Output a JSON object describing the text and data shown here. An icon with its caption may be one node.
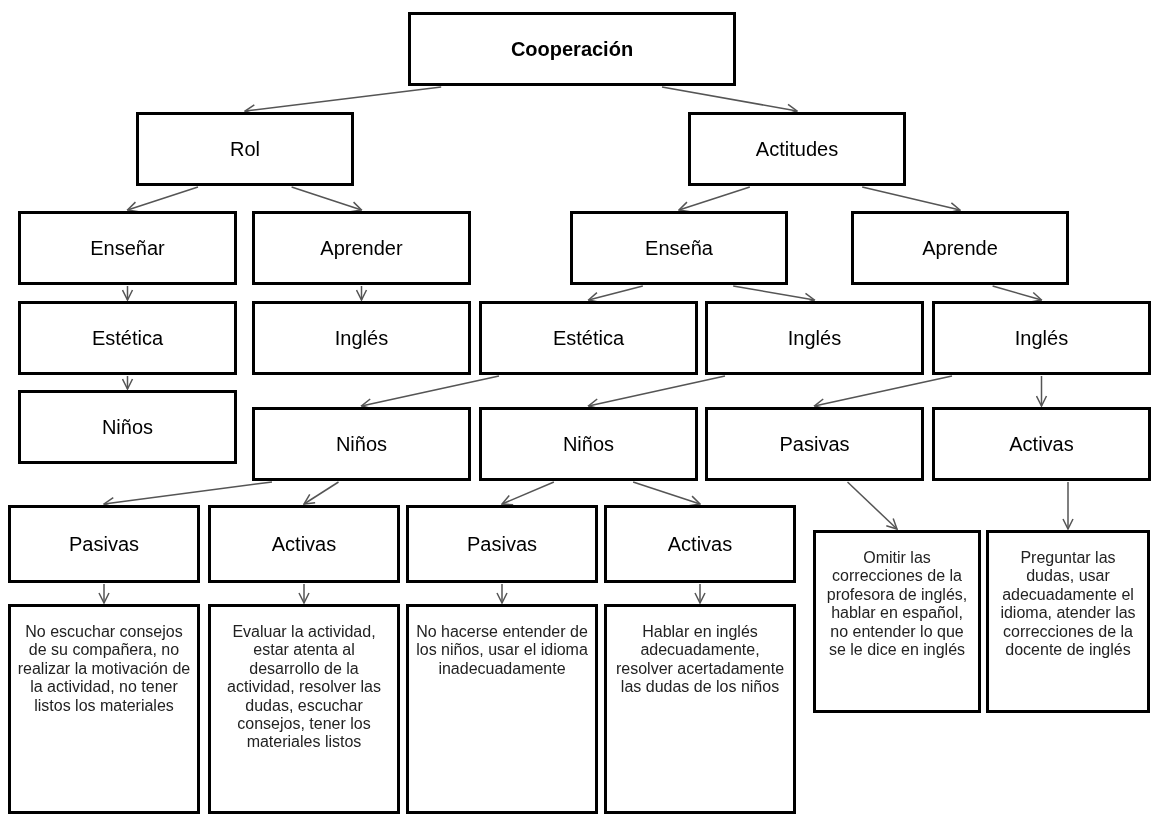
{
  "diagram": {
    "nodes": [
      {
        "text": [
          "Cooperación"
        ]
      },
      {
        "text": [
          "Rol"
        ]
      },
      {
        "text": [
          "Actitudes"
        ]
      },
      {
        "text": [
          "Enseñar"
        ]
      },
      {
        "text": [
          "Aprender"
        ]
      },
      {
        "text": [
          "Enseña"
        ]
      },
      {
        "text": [
          "Aprende"
        ]
      },
      {
        "text": [
          "Estética"
        ]
      },
      {
        "text": [
          "Inglés"
        ]
      },
      {
        "text": [
          "Estética"
        ]
      },
      {
        "text": [
          "Inglés"
        ]
      },
      {
        "text": [
          "Inglés"
        ]
      },
      {
        "text": [
          "Niños"
        ]
      },
      {
        "text": [
          "Niños"
        ]
      },
      {
        "text": [
          "Niños"
        ]
      },
      {
        "text": [
          "Pasivas"
        ]
      },
      {
        "text": [
          "Activas"
        ]
      },
      {
        "text": [
          "Pasivas"
        ]
      },
      {
        "text": [
          "Activas"
        ]
      },
      {
        "text": [
          "Pasivas"
        ]
      },
      {
        "text": [
          "Activas"
        ]
      },
      {
        "text": [
          "No escuchar consejos de su compañera, no realizar la motivación de la actividad, no tener listos los materiales"
        ]
      },
      {
        "text": [
          "Evaluar la actividad, estar atenta al desarrollo de la actividad, resolver las dudas, escuchar consejos, tener los materiales listos"
        ]
      },
      {
        "text": [
          "No hacerse entender de los niños, usar el idioma inadecuadamente"
        ]
      },
      {
        "text": [
          "Hablar en inglés adecuadamente, resolver acertadamente las dudas de los niños"
        ]
      },
      {
        "text": [
          "Omitir las correcciones de la profesora de inglés, hablar en español, no entender lo que se le dice en inglés"
        ]
      },
      {
        "text": [
          "Preguntar las dudas, usar adecuadamente el idioma, atender las correcciones de la docente de inglés"
        ]
      }
    ],
    "edges": [
      {
        "from": 0,
        "to": 1,
        "arrow": "to"
      },
      {
        "from": 0,
        "to": 2,
        "arrow": "to"
      },
      {
        "from": 1,
        "to": 3,
        "arrow": "to"
      },
      {
        "from": 1,
        "to": 4,
        "arrow": "to"
      },
      {
        "from": 2,
        "to": 5,
        "arrow": "to"
      },
      {
        "from": 2,
        "to": 6,
        "arrow": "to"
      },
      {
        "from": 3,
        "to": 7,
        "arrow": "to"
      },
      {
        "from": 4,
        "to": 8,
        "arrow": "to"
      },
      {
        "from": 5,
        "to": 9,
        "arrow": "to"
      },
      {
        "from": 5,
        "to": 10,
        "arrow": "to"
      },
      {
        "from": 6,
        "to": 11,
        "arrow": "to"
      },
      {
        "from": 7,
        "to": 12,
        "arrow": "to"
      },
      {
        "from": 9,
        "to": 13,
        "arrow": "to"
      },
      {
        "from": 10,
        "to": 14,
        "arrow": "to"
      },
      {
        "from": 11,
        "to": 15,
        "arrow": "to"
      },
      {
        "from": 11,
        "to": 16,
        "arrow": "to"
      },
      {
        "from": 13,
        "to": 17,
        "arrow": "to"
      },
      {
        "from": 13,
        "to": 18,
        "arrow": "to"
      },
      {
        "from": 14,
        "to": 19,
        "arrow": "to"
      },
      {
        "from": 14,
        "to": 20,
        "arrow": "to"
      },
      {
        "from": 15,
        "to": 25,
        "arrow": "to"
      },
      {
        "from": 16,
        "to": 26,
        "arrow": "to"
      },
      {
        "from": 17,
        "to": 21,
        "arrow": "to"
      },
      {
        "from": 18,
        "to": 22,
        "arrow": "to"
      },
      {
        "from": 19,
        "to": 23,
        "arrow": "to"
      },
      {
        "from": 20,
        "to": 24,
        "arrow": "to"
      }
    ]
  }
}
